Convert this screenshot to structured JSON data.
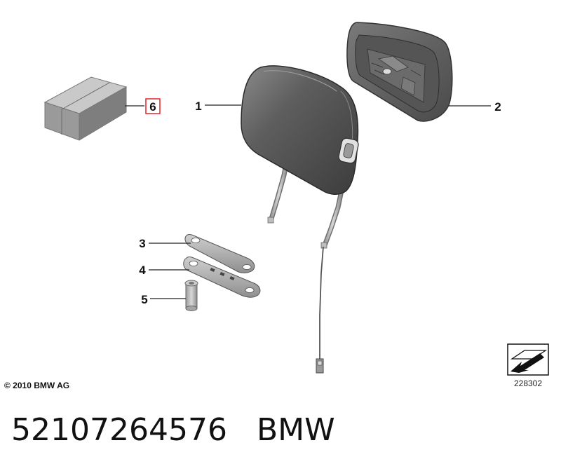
{
  "callouts": {
    "c1": "1",
    "c2": "2",
    "c3": "3",
    "c4": "4",
    "c5": "5",
    "c6": "6"
  },
  "highlight_color": "#e8202a",
  "copyright": "© 2010 BMW AG",
  "diagram_ref": "228302",
  "part_number": "52107264576",
  "brand": "BMW"
}
